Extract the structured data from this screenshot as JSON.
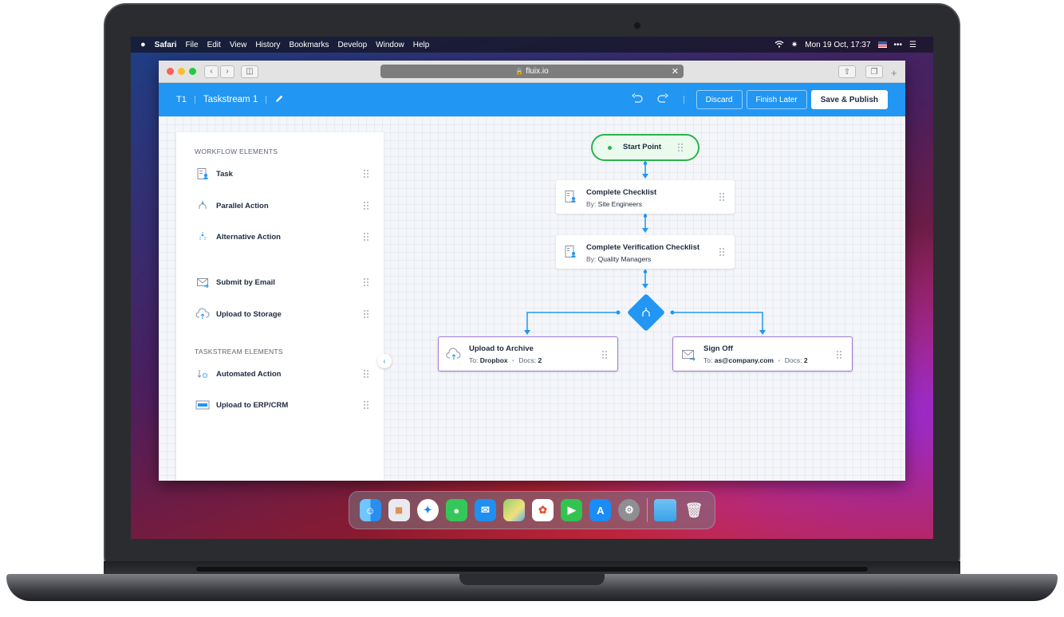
{
  "menubar": {
    "items": [
      "Safari",
      "File",
      "Edit",
      "View",
      "History",
      "Bookmarks",
      "Develop",
      "Window",
      "Help"
    ],
    "datetime": "Mon 19 Oct, 17:37"
  },
  "browser": {
    "url": "fluix.io"
  },
  "header": {
    "id": "T1",
    "title": "Taskstream 1",
    "discard_label": "Discard",
    "finish_later_label": "Finish Later",
    "save_publish_label": "Save & Publish"
  },
  "panel": {
    "workflow_title": "WORKFLOW ELEMENTS",
    "workflow_items": [
      {
        "label": "Task",
        "icon": "task-icon"
      },
      {
        "label": "Parallel Action",
        "icon": "parallel-icon"
      },
      {
        "label": "Alternative Action",
        "icon": "alternative-icon"
      },
      {
        "label": "Submit by Email",
        "icon": "email-icon"
      },
      {
        "label": "Upload to Storage",
        "icon": "cloud-upload-icon"
      }
    ],
    "taskstream_title": "TASKSTREAM ELEMENTS",
    "taskstream_items": [
      {
        "label": "Automated Action",
        "icon": "automation-icon"
      },
      {
        "label": "Upload to ERP/CRM",
        "icon": "http-icon"
      }
    ]
  },
  "flow": {
    "start": "Start Point",
    "nodes": [
      {
        "title": "Complete Checklist",
        "sub_prefix": "By:",
        "sub_value": "Site Engineers"
      },
      {
        "title": "Complete Verification Checklist",
        "sub_prefix": "By:",
        "sub_value": "Quality Managers"
      }
    ],
    "branches": [
      {
        "title": "Upload to Archive",
        "to_prefix": "To:",
        "to_value": "Dropbox",
        "docs_prefix": "Docs:",
        "docs_value": "2"
      },
      {
        "title": "Sign Off",
        "to_prefix": "To:",
        "to_value": "as@company.com",
        "docs_prefix": "Docs:",
        "docs_value": "2"
      }
    ]
  },
  "colors": {
    "accent": "#2196f3",
    "start_border": "#2bb24c",
    "branch_border": "#a57bd6"
  },
  "dock_apps": [
    "finder",
    "launchpad",
    "safari",
    "messages",
    "mail",
    "maps",
    "photos",
    "facetime",
    "app-store",
    "system-preferences",
    "folder",
    "trash"
  ]
}
